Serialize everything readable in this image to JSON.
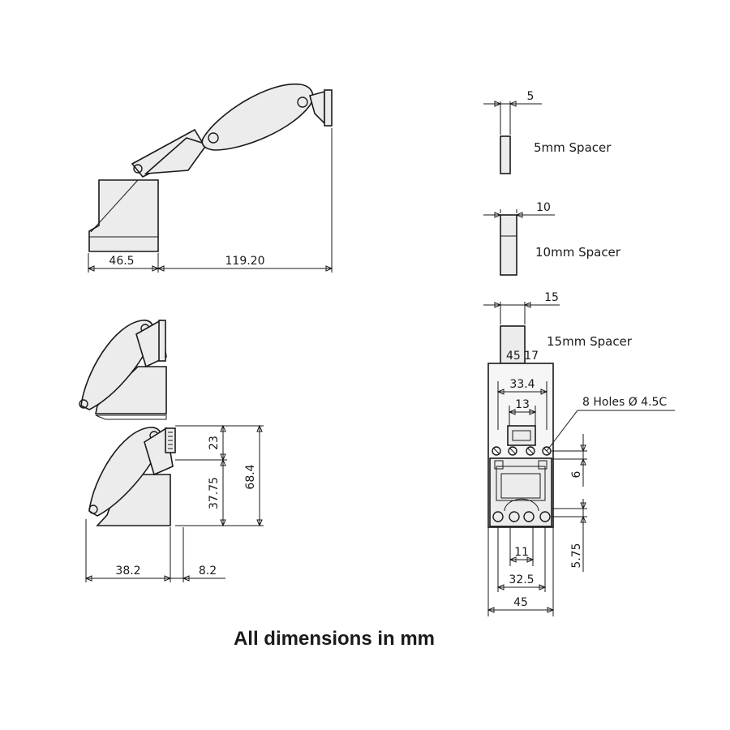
{
  "side_view": {
    "dim_base_width": "46.5",
    "dim_total_reach": "119.20"
  },
  "spacers": [
    {
      "thickness": "5",
      "label": "5mm Spacer"
    },
    {
      "thickness": "10",
      "label": "10mm Spacer"
    },
    {
      "thickness": "15",
      "label": "15mm Spacer"
    }
  ],
  "front_view": {
    "dim_45_17": "45 17",
    "dim_33_4": "33.4",
    "dim_13": "13",
    "holes_note": "8 Holes Ø 4.5C",
    "dim_6": "6",
    "dim_5_75": "5.75",
    "dim_11": "11",
    "dim_32_5": "32.5",
    "dim_45": "45"
  },
  "closed_view": {
    "dim_23": "23",
    "dim_37_75": "37.75",
    "dim_68_4": "68.4",
    "dim_38_2": "38.2",
    "dim_8_2": "8.2"
  },
  "footer_note": "All dimensions in mm"
}
